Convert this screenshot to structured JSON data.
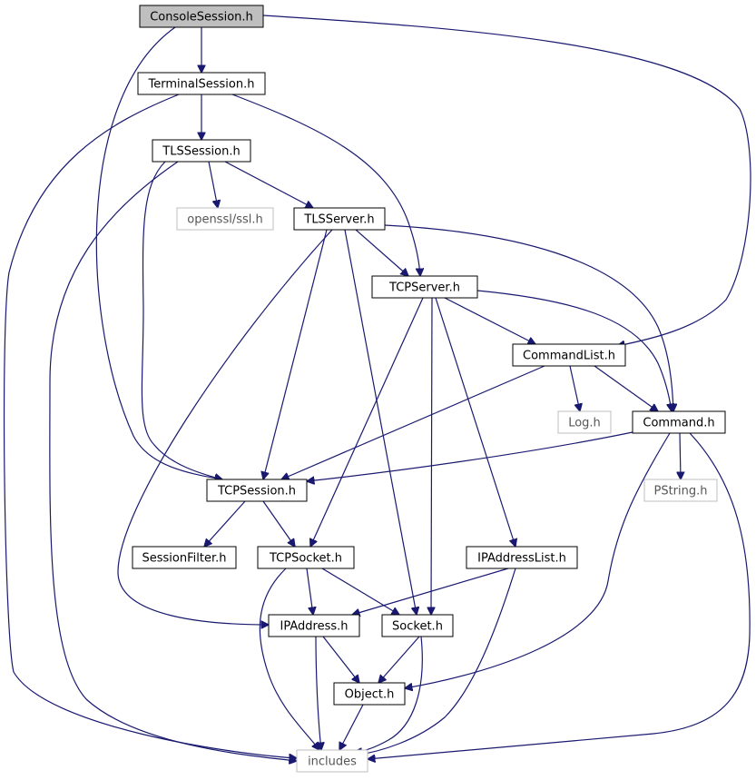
{
  "colors": {
    "edge": "#191970",
    "node_border": "#000000",
    "node_fill": "#ffffff",
    "external_border": "#bfbfbf",
    "root_fill": "#bfbfbf"
  },
  "nodes": [
    {
      "id": "console_session",
      "label": "ConsoleSession.h",
      "kind": "root"
    },
    {
      "id": "terminal_session",
      "label": "TerminalSession.h",
      "kind": "normal"
    },
    {
      "id": "tls_session",
      "label": "TLSSession.h",
      "kind": "normal"
    },
    {
      "id": "openssl",
      "label": "openssl/ssl.h",
      "kind": "external"
    },
    {
      "id": "tls_server",
      "label": "TLSServer.h",
      "kind": "normal"
    },
    {
      "id": "tcp_server",
      "label": "TCPServer.h",
      "kind": "normal"
    },
    {
      "id": "command_list",
      "label": "CommandList.h",
      "kind": "normal"
    },
    {
      "id": "log",
      "label": "Log.h",
      "kind": "external"
    },
    {
      "id": "command",
      "label": "Command.h",
      "kind": "normal"
    },
    {
      "id": "tcp_session",
      "label": "TCPSession.h",
      "kind": "normal"
    },
    {
      "id": "pstring",
      "label": "PString.h",
      "kind": "external"
    },
    {
      "id": "session_filter",
      "label": "SessionFilter.h",
      "kind": "normal"
    },
    {
      "id": "tcp_socket",
      "label": "TCPSocket.h",
      "kind": "normal"
    },
    {
      "id": "ipaddress_list",
      "label": "IPAddressList.h",
      "kind": "normal"
    },
    {
      "id": "ipaddress",
      "label": "IPAddress.h",
      "kind": "normal"
    },
    {
      "id": "socket",
      "label": "Socket.h",
      "kind": "normal"
    },
    {
      "id": "object",
      "label": "Object.h",
      "kind": "normal"
    },
    {
      "id": "includes",
      "label": "includes",
      "kind": "external"
    }
  ],
  "edges": [
    {
      "from": "console_session",
      "to": "terminal_session"
    },
    {
      "from": "console_session",
      "to": "tcp_session"
    },
    {
      "from": "console_session",
      "to": "command_list"
    },
    {
      "from": "terminal_session",
      "to": "tls_session"
    },
    {
      "from": "terminal_session",
      "to": "tcp_server"
    },
    {
      "from": "terminal_session",
      "to": "includes"
    },
    {
      "from": "tls_session",
      "to": "openssl"
    },
    {
      "from": "tls_session",
      "to": "tls_server"
    },
    {
      "from": "tls_session",
      "to": "tcp_session"
    },
    {
      "from": "tls_session",
      "to": "includes"
    },
    {
      "from": "tls_server",
      "to": "tcp_server"
    },
    {
      "from": "tls_server",
      "to": "command"
    },
    {
      "from": "tls_server",
      "to": "tcp_session"
    },
    {
      "from": "tls_server",
      "to": "socket"
    },
    {
      "from": "tls_server",
      "to": "ipaddress"
    },
    {
      "from": "tcp_server",
      "to": "command_list"
    },
    {
      "from": "tcp_server",
      "to": "command"
    },
    {
      "from": "tcp_server",
      "to": "tcp_socket"
    },
    {
      "from": "tcp_server",
      "to": "socket"
    },
    {
      "from": "tcp_server",
      "to": "ipaddress_list"
    },
    {
      "from": "command_list",
      "to": "log"
    },
    {
      "from": "command_list",
      "to": "command"
    },
    {
      "from": "command_list",
      "to": "tcp_session"
    },
    {
      "from": "command",
      "to": "tcp_session"
    },
    {
      "from": "command",
      "to": "pstring"
    },
    {
      "from": "command",
      "to": "object"
    },
    {
      "from": "command",
      "to": "includes"
    },
    {
      "from": "tcp_session",
      "to": "session_filter"
    },
    {
      "from": "tcp_session",
      "to": "tcp_socket"
    },
    {
      "from": "tcp_socket",
      "to": "ipaddress"
    },
    {
      "from": "tcp_socket",
      "to": "socket"
    },
    {
      "from": "tcp_socket",
      "to": "includes"
    },
    {
      "from": "ipaddress_list",
      "to": "ipaddress"
    },
    {
      "from": "ipaddress_list",
      "to": "includes"
    },
    {
      "from": "ipaddress",
      "to": "object"
    },
    {
      "from": "ipaddress",
      "to": "includes"
    },
    {
      "from": "socket",
      "to": "object"
    },
    {
      "from": "socket",
      "to": "includes"
    },
    {
      "from": "object",
      "to": "includes"
    }
  ]
}
